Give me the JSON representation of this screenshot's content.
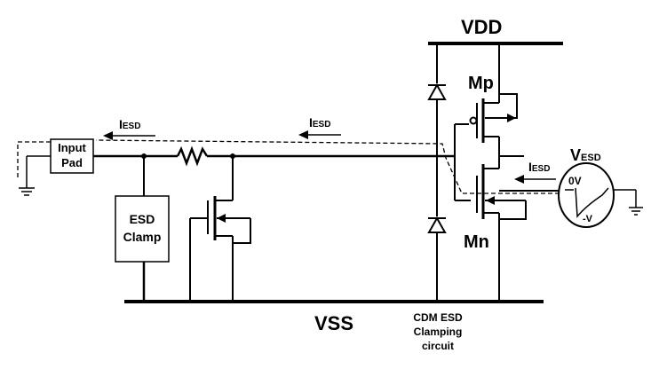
{
  "labels": {
    "vdd": "VDD",
    "vss": "VSS",
    "mp": "Mp",
    "mn": "Mn",
    "input_pad_line1": "Input",
    "input_pad_line2": "Pad",
    "esd_clamp_line1": "ESD",
    "esd_clamp_line2": "Clamp",
    "cdm_line1": "CDM ESD",
    "cdm_line2": "Clamping",
    "cdm_line3": "circuit",
    "iesd_main": "I",
    "iesd_sub": "ESD",
    "vesd_main": "V",
    "vesd_sub": "ESD",
    "source_0v": "0V",
    "source_neg_v": "-V"
  }
}
